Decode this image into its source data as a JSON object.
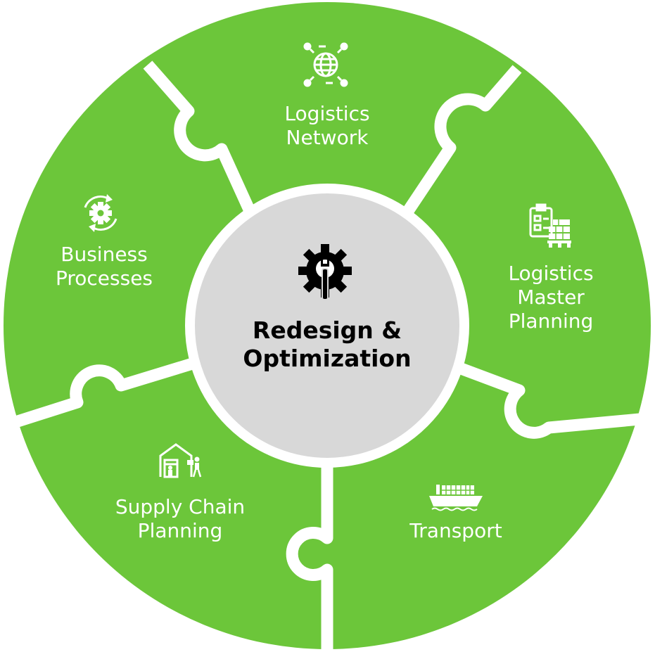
{
  "center": {
    "line1": "Redesign &",
    "line2": "Optimization",
    "icon": "gear-wrench-icon"
  },
  "segments": [
    {
      "id": "logistics-network",
      "line1": "Logistics",
      "line2": "Network",
      "icon": "globe-network-icon"
    },
    {
      "id": "logistics-master-planning",
      "line1": "Logistics",
      "line2": "Master",
      "line3": "Planning",
      "icon": "clipboard-pallet-icon"
    },
    {
      "id": "transport",
      "line1": "Transport",
      "icon": "cargo-ship-icon"
    },
    {
      "id": "supply-chain-planning",
      "line1": "Supply Chain",
      "line2": "Planning",
      "icon": "warehouse-worker-icon"
    },
    {
      "id": "business-processes",
      "line1": "Business",
      "line2": "Processes",
      "icon": "gear-cycle-icon"
    }
  ],
  "colors": {
    "segment": "#6cc63a",
    "divider": "#ffffff",
    "center_fill": "#d8d8d8",
    "center_text": "#000000",
    "label_text": "#ffffff"
  }
}
